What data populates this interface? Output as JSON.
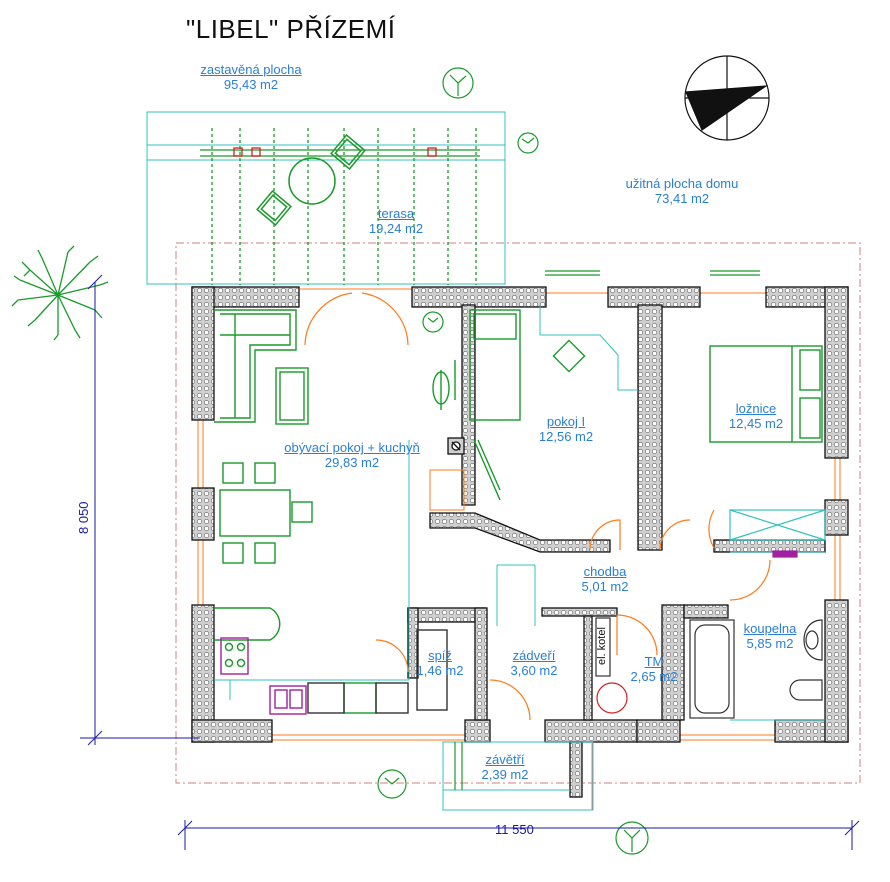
{
  "title": "\"LIBEL\"   PŘÍZEMÍ",
  "built_area": {
    "label": "zastavěná plocha",
    "value": "95,43 m2"
  },
  "usable_area": {
    "label": "užitná plocha  domu",
    "value": "73,41 m2"
  },
  "rooms": [
    {
      "name": "terasa",
      "area": "19,24 m2"
    },
    {
      "name": "obývací pokoj + kuchyň",
      "area": "29,83 m2"
    },
    {
      "name": "pokoj I",
      "area": "12,56 m2"
    },
    {
      "name": "ložnice",
      "area": "12,45 m2"
    },
    {
      "name": "chodba",
      "area": "5,01 m2"
    },
    {
      "name": "koupelna",
      "area": "5,85 m2"
    },
    {
      "name": "spíž",
      "area": "1,46 m2"
    },
    {
      "name": "zádveří",
      "area": "3,60 m2"
    },
    {
      "name": "TM",
      "area": "2,65 m2"
    },
    {
      "name": "závětří",
      "area": "2,39 m2"
    }
  ],
  "dimensions": {
    "width": "11 550",
    "depth": "8 050"
  },
  "fixtures": {
    "boiler": "el. kotel"
  },
  "colors": {
    "wall_fill": "#d8d8d8",
    "wall_edge": "#111111",
    "furniture": "#1a9a2a",
    "cyan_lines": "#33c0c0",
    "doors": "#ff7a1a",
    "labels": "#2a7fd4",
    "dimensions": "#1a1aa8",
    "outline": "#d08080"
  }
}
